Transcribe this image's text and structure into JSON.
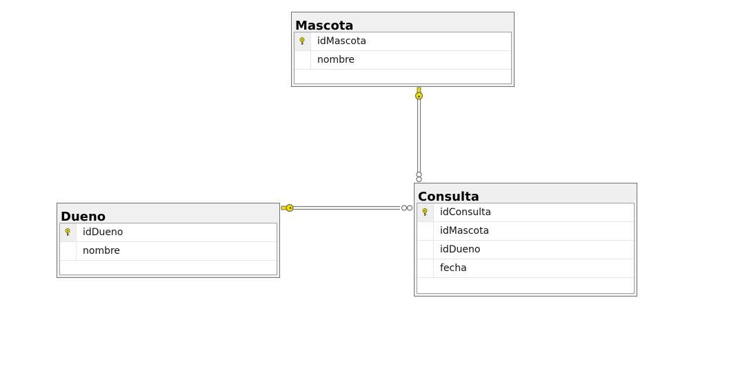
{
  "tables": [
    {
      "id": "mascota",
      "title": "Mascota",
      "columns": [
        {
          "name": "idMascota",
          "primary_key": true
        },
        {
          "name": "nombre",
          "primary_key": false
        }
      ]
    },
    {
      "id": "dueno",
      "title": "Dueno",
      "columns": [
        {
          "name": "idDueno",
          "primary_key": true
        },
        {
          "name": "nombre",
          "primary_key": false
        }
      ]
    },
    {
      "id": "consulta",
      "title": "Consulta",
      "columns": [
        {
          "name": "idConsulta",
          "primary_key": true
        },
        {
          "name": "idMascota",
          "primary_key": false
        },
        {
          "name": "idDueno",
          "primary_key": false
        },
        {
          "name": "fecha",
          "primary_key": false
        }
      ]
    }
  ],
  "relationships": [
    {
      "from": "mascota",
      "to": "consulta",
      "one_end": "key-icon",
      "many_end": "infinity-icon"
    },
    {
      "from": "dueno",
      "to": "consulta",
      "one_end": "key-icon",
      "many_end": "infinity-icon"
    }
  ],
  "colors": {
    "key_yellow": "#f0e000",
    "line_gray": "#7a7a7a",
    "header_bg": "#f0f0f0"
  }
}
